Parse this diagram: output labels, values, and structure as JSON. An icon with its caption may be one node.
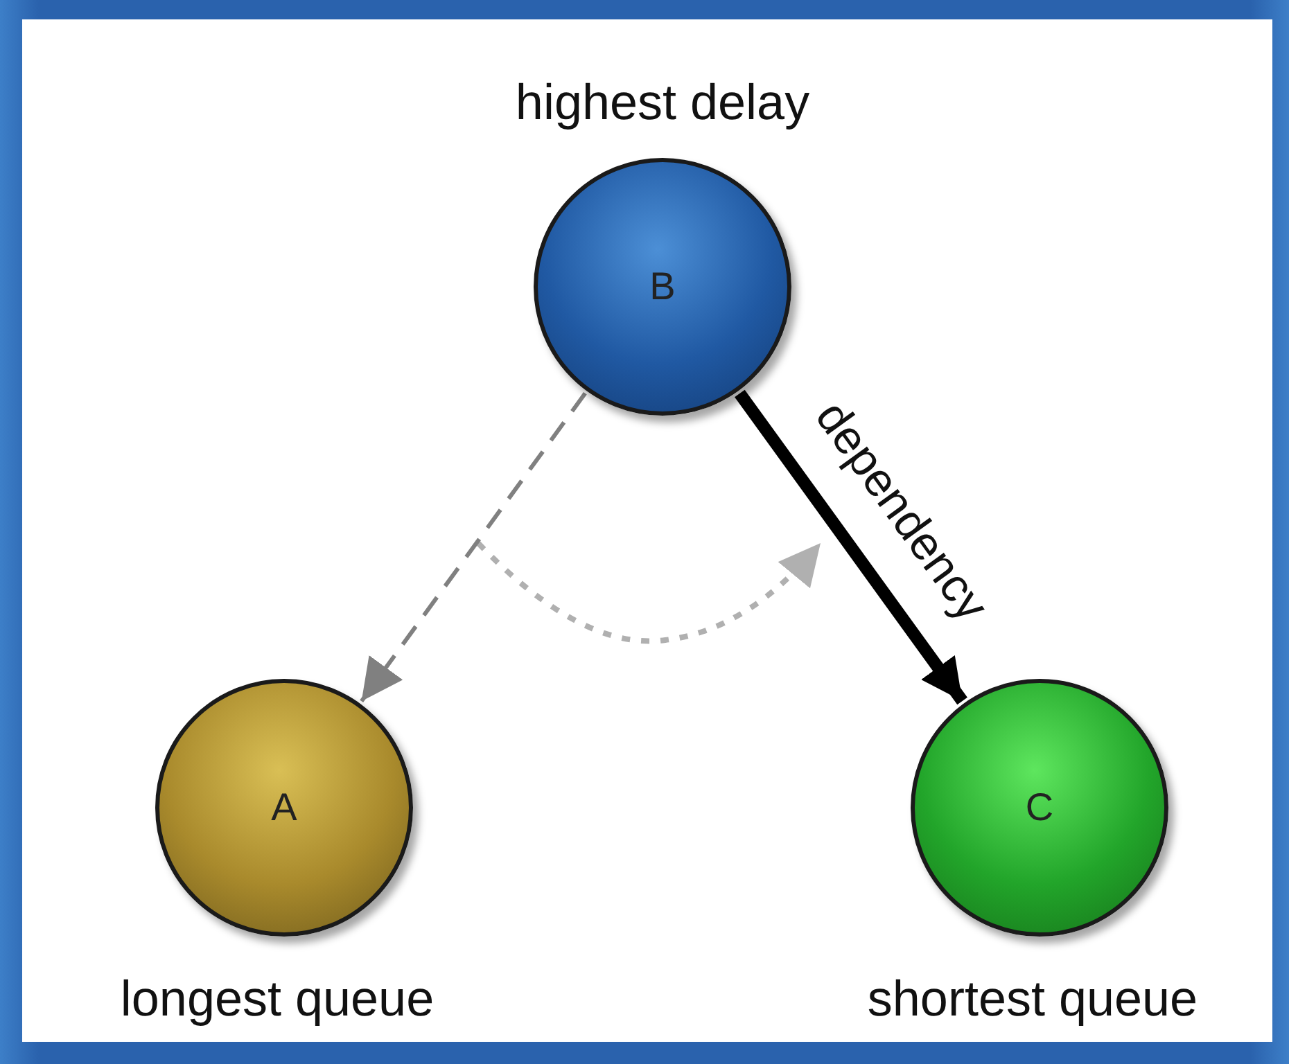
{
  "diagram": {
    "nodes": [
      {
        "text": [
          "B"
        ],
        "beside": [
          "highest delay"
        ]
      },
      {
        "text": [
          "A"
        ],
        "beside": [
          "longest queue"
        ]
      },
      {
        "text": [
          "C"
        ],
        "beside": [
          "shortest queue"
        ]
      }
    ],
    "edges": [
      {
        "from": 0,
        "to": 1,
        "arrow": "to",
        "style": "dashed",
        "color": "#808080"
      },
      {
        "from": 0,
        "to": 2,
        "arrow": "to",
        "style": "thick",
        "color": "#000000",
        "label": "dependency"
      }
    ]
  }
}
